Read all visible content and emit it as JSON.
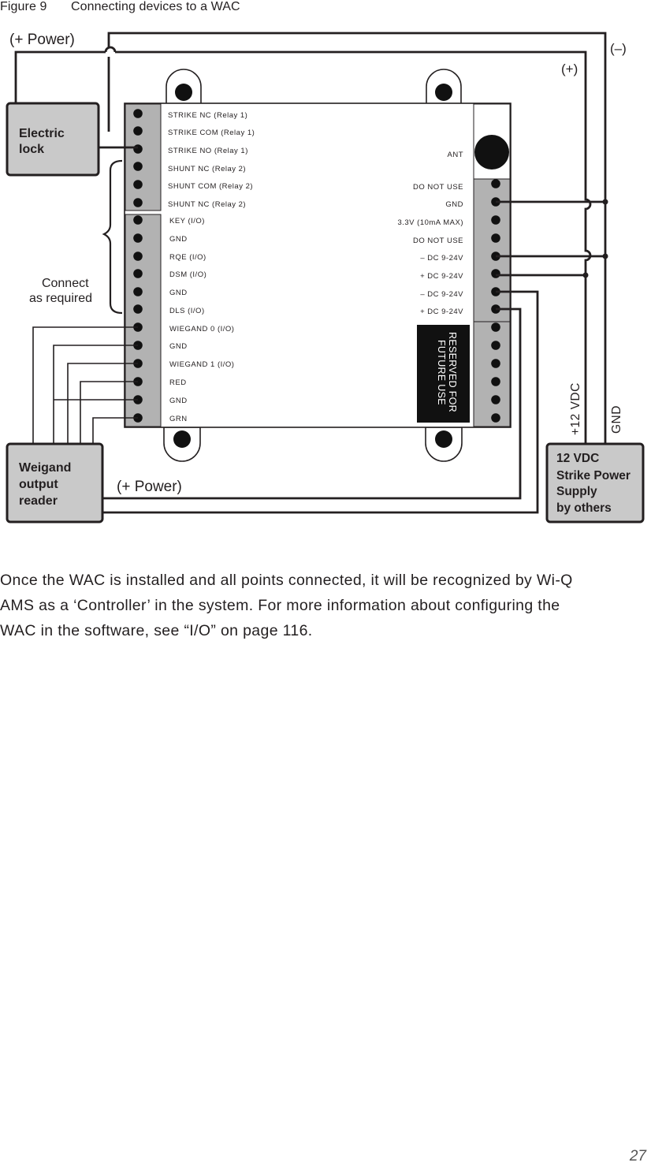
{
  "figure": {
    "caption_number": "Figure 9",
    "caption_title": "Connecting devices to a WAC",
    "power_top": "(+ Power)",
    "power_bottom": "(+ Power)",
    "minus": "(–)",
    "plus": "(+)",
    "electric_lock": [
      "Electric",
      "lock"
    ],
    "reader": [
      "Weigand",
      "output",
      "reader"
    ],
    "supply": [
      "12 VDC",
      "Strike Power",
      "Supply",
      "by others"
    ],
    "connect": [
      "Connect",
      "as required"
    ],
    "v12": "+12 VDC",
    "gnd_vertical": "GND",
    "ant": "ANT",
    "reserved": [
      "RESERVED FOR",
      "FUTURE USE"
    ],
    "left_labels": [
      "STRIKE NC (Relay 1)",
      "STRIKE COM (Relay 1)",
      "STRIKE NO (Relay 1)",
      "SHUNT NC (Relay 2)",
      "SHUNT COM (Relay 2)",
      "SHUNT NC (Relay 2)",
      "KEY (I/O)",
      "GND",
      "RQE (I/O)",
      "DSM (I/O)",
      "GND",
      "DLS (I/O)",
      "WIEGAND 0 (I/O)",
      "GND",
      "WIEGAND 1 (I/O)",
      "RED",
      "GND",
      "GRN"
    ],
    "right_labels": [
      "DO NOT USE",
      "GND",
      "3.3V (10mA MAX)",
      "DO NOT USE",
      "– DC 9-24V",
      "+ DC 9-24V",
      "– DC 9-24V",
      "+ DC 9-24V"
    ]
  },
  "body_text": "Once the WAC is installed and all points connected, it will be recognized by Wi-Q\nAMS as a ‘Controller’ in the system. For more information about configuring the\nWAC in the software, see “I/O” on page 116.",
  "page_number": "27"
}
